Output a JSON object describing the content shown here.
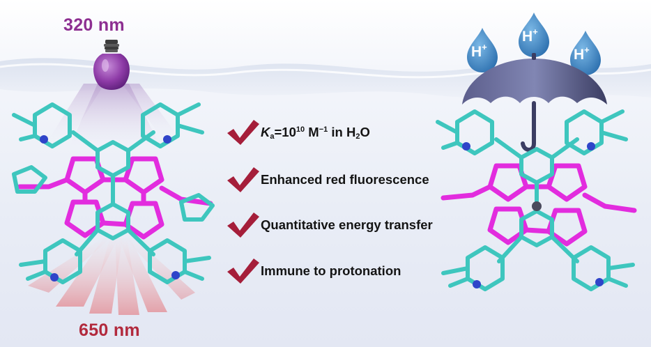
{
  "excitation_label": "320 nm",
  "emission_label": "650 nm",
  "features": [
    {
      "name": "Ka",
      "text": "=10",
      "sup": "10",
      "unit": " M",
      "unit_sup": "−1",
      "mid": " in H",
      "sub2": "2",
      "end": "O"
    },
    {
      "text": "Enhanced red fluorescence"
    },
    {
      "text": "Quantitative energy transfer"
    },
    {
      "text": "Immune to protonation"
    }
  ],
  "proton_label": "H",
  "proton_charge": "+",
  "colors": {
    "excitation": "#8d2f91",
    "emission": "#b22a3d",
    "check": "#a51e3a",
    "carbon": "#3ec6be",
    "nitrogen": "#2f44c9",
    "porphyrin": "#e22cde",
    "umbrella": "#45456e",
    "drop": "#3d88c6"
  }
}
